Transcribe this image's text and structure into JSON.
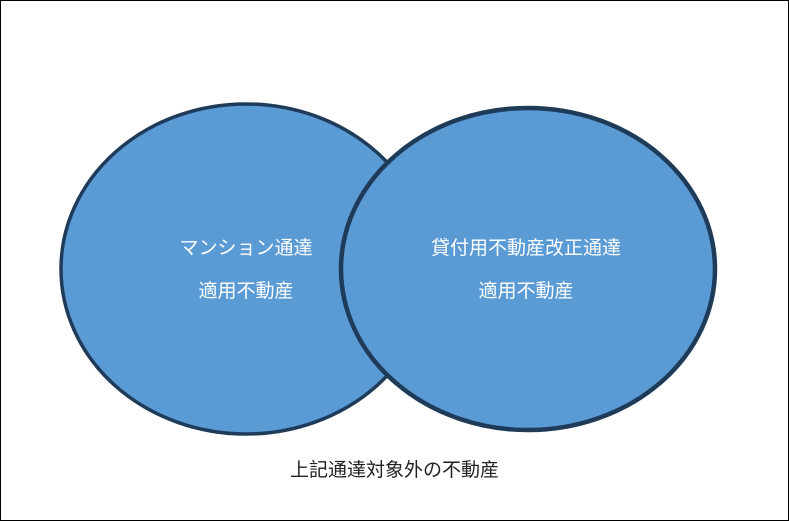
{
  "colors": {
    "fill": "#5b9bd5",
    "stroke": "#1f3b5a",
    "text": "#ffffff"
  },
  "sets": [
    {
      "line1": "マンション通達",
      "line2": "適用不動産"
    },
    {
      "line1": "貸付用不動産改正通達",
      "line2": "適用不動産"
    }
  ],
  "outside_label": "上記通達対象外の不動産"
}
